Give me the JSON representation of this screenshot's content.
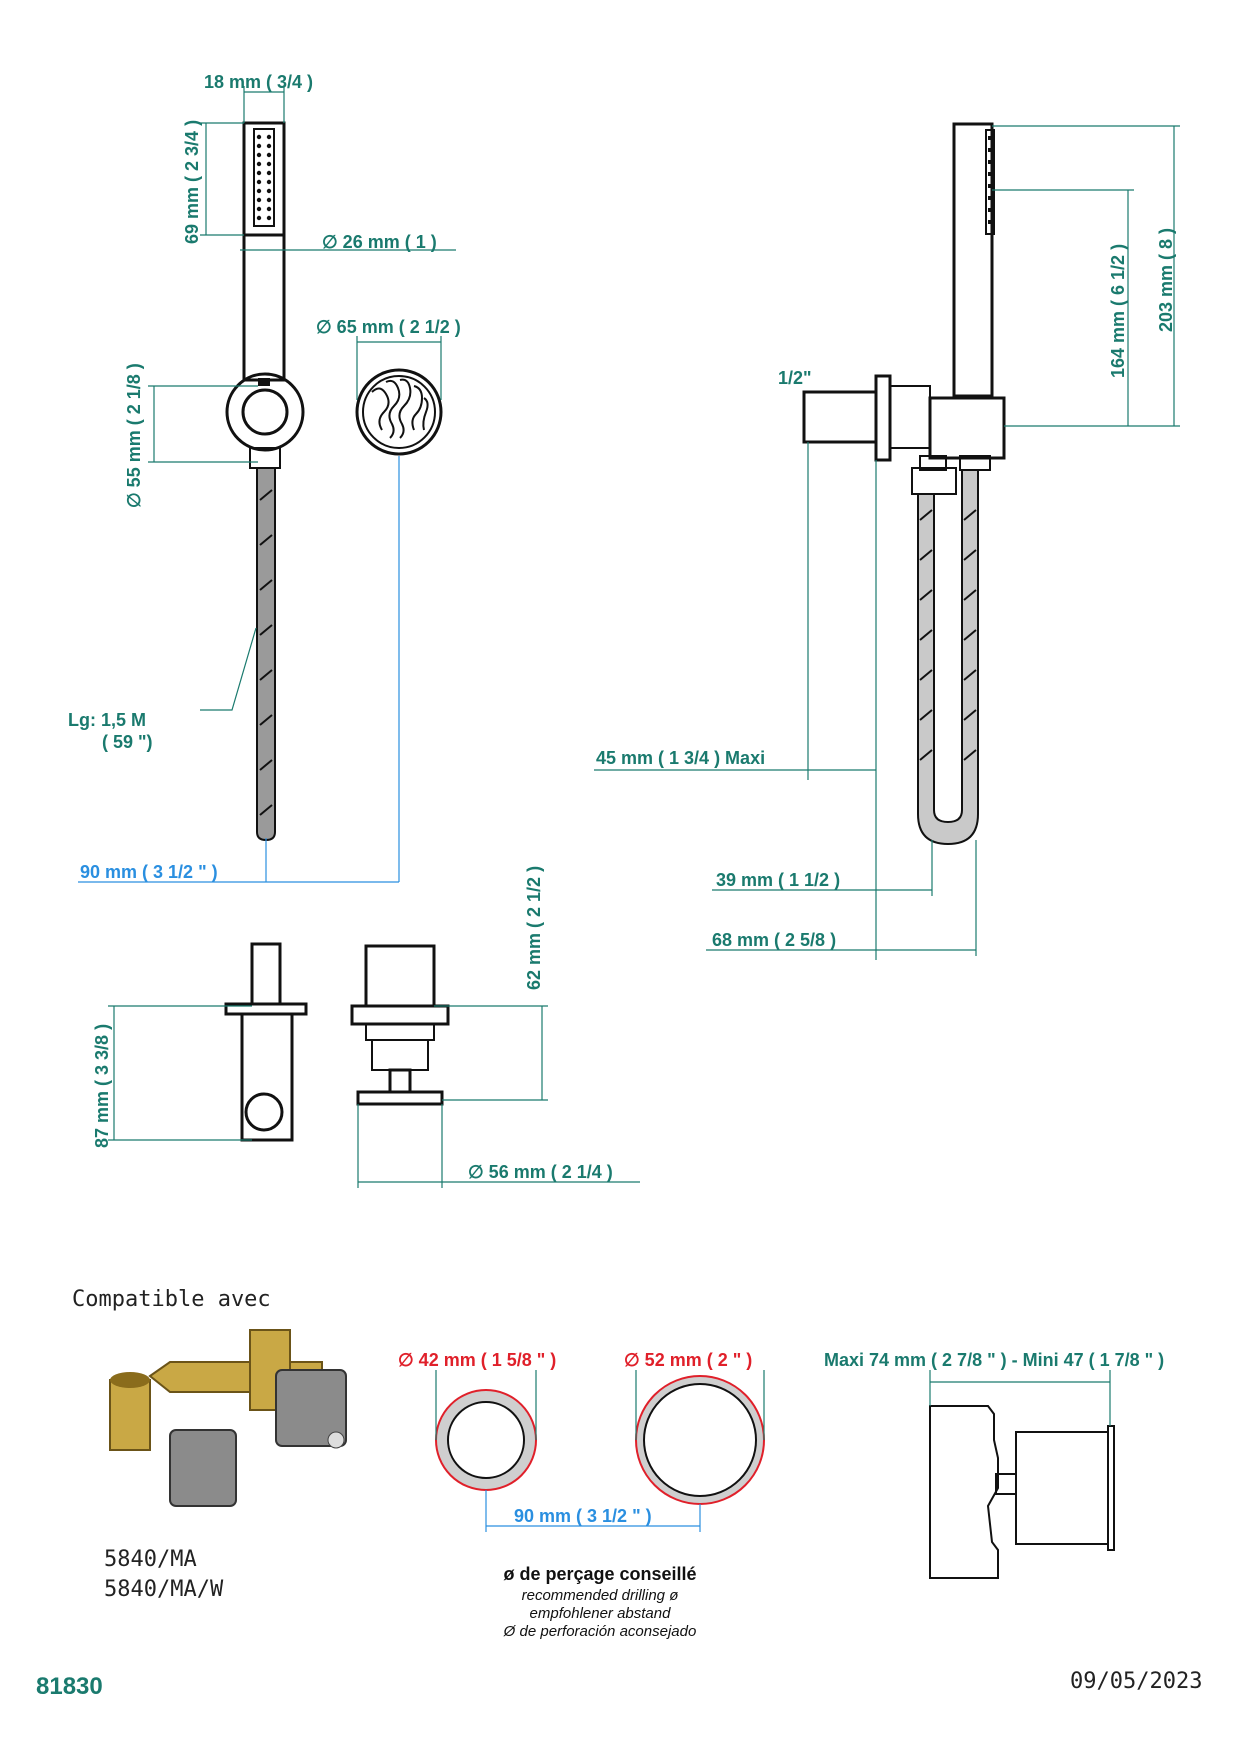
{
  "dims": {
    "handle_width": "18 mm ( 3/4 )",
    "head_height": "69 mm ( 2 3/4 )",
    "handle_diameter": "∅ 26 mm ( 1 )",
    "rosette_diameter": "∅ 65 mm ( 2 1/2 )",
    "holder_diameter": "∅ 55 mm ( 2 1/8 )",
    "hose_length_1": "Lg: 1,5 M",
    "hose_length_2": "( 59 \")",
    "spacing_top": "90 mm ( 3 1/2 \" )",
    "inlet": "1/2\"",
    "height_164": "164 mm ( 6 1/2 )",
    "height_203": "203 mm ( 8 )",
    "projection_45": "45 mm ( 1 3/4 ) Maxi",
    "projection_39": "39 mm ( 1 1/2 )",
    "projection_68": "68 mm ( 2 5/8 )",
    "height_62": "62 mm ( 2 1/2 )",
    "height_87": "87 mm ( 3 3/8 )",
    "diameter_56": "∅ 56 mm ( 2 1/4 )"
  },
  "compat": {
    "title": "Compatible avec",
    "ref1": "5840/MA",
    "ref2": "5840/MA/W",
    "drill_42": "∅ 42 mm ( 1 5/8 \" )",
    "drill_52": "∅ 52 mm ( 2 \" )",
    "spacing_bottom": "90 mm ( 3 1/2 \" )",
    "maxi_mini": "Maxi 74 mm ( 2 7/8 \" ) - Mini 47 ( 1 7/8 \" )",
    "drill_title": "ø de perçage conseillé",
    "drill_en": "recommended drilling ø",
    "drill_de": "empfohlener abstand",
    "drill_es": "Ø de perforación aconsejado"
  },
  "footer": {
    "code": "81830",
    "date": "09/05/2023"
  },
  "colors": {
    "dimension": "#1a7a6e",
    "spacing": "#2a8fe0",
    "drilling": "#e0202a"
  }
}
